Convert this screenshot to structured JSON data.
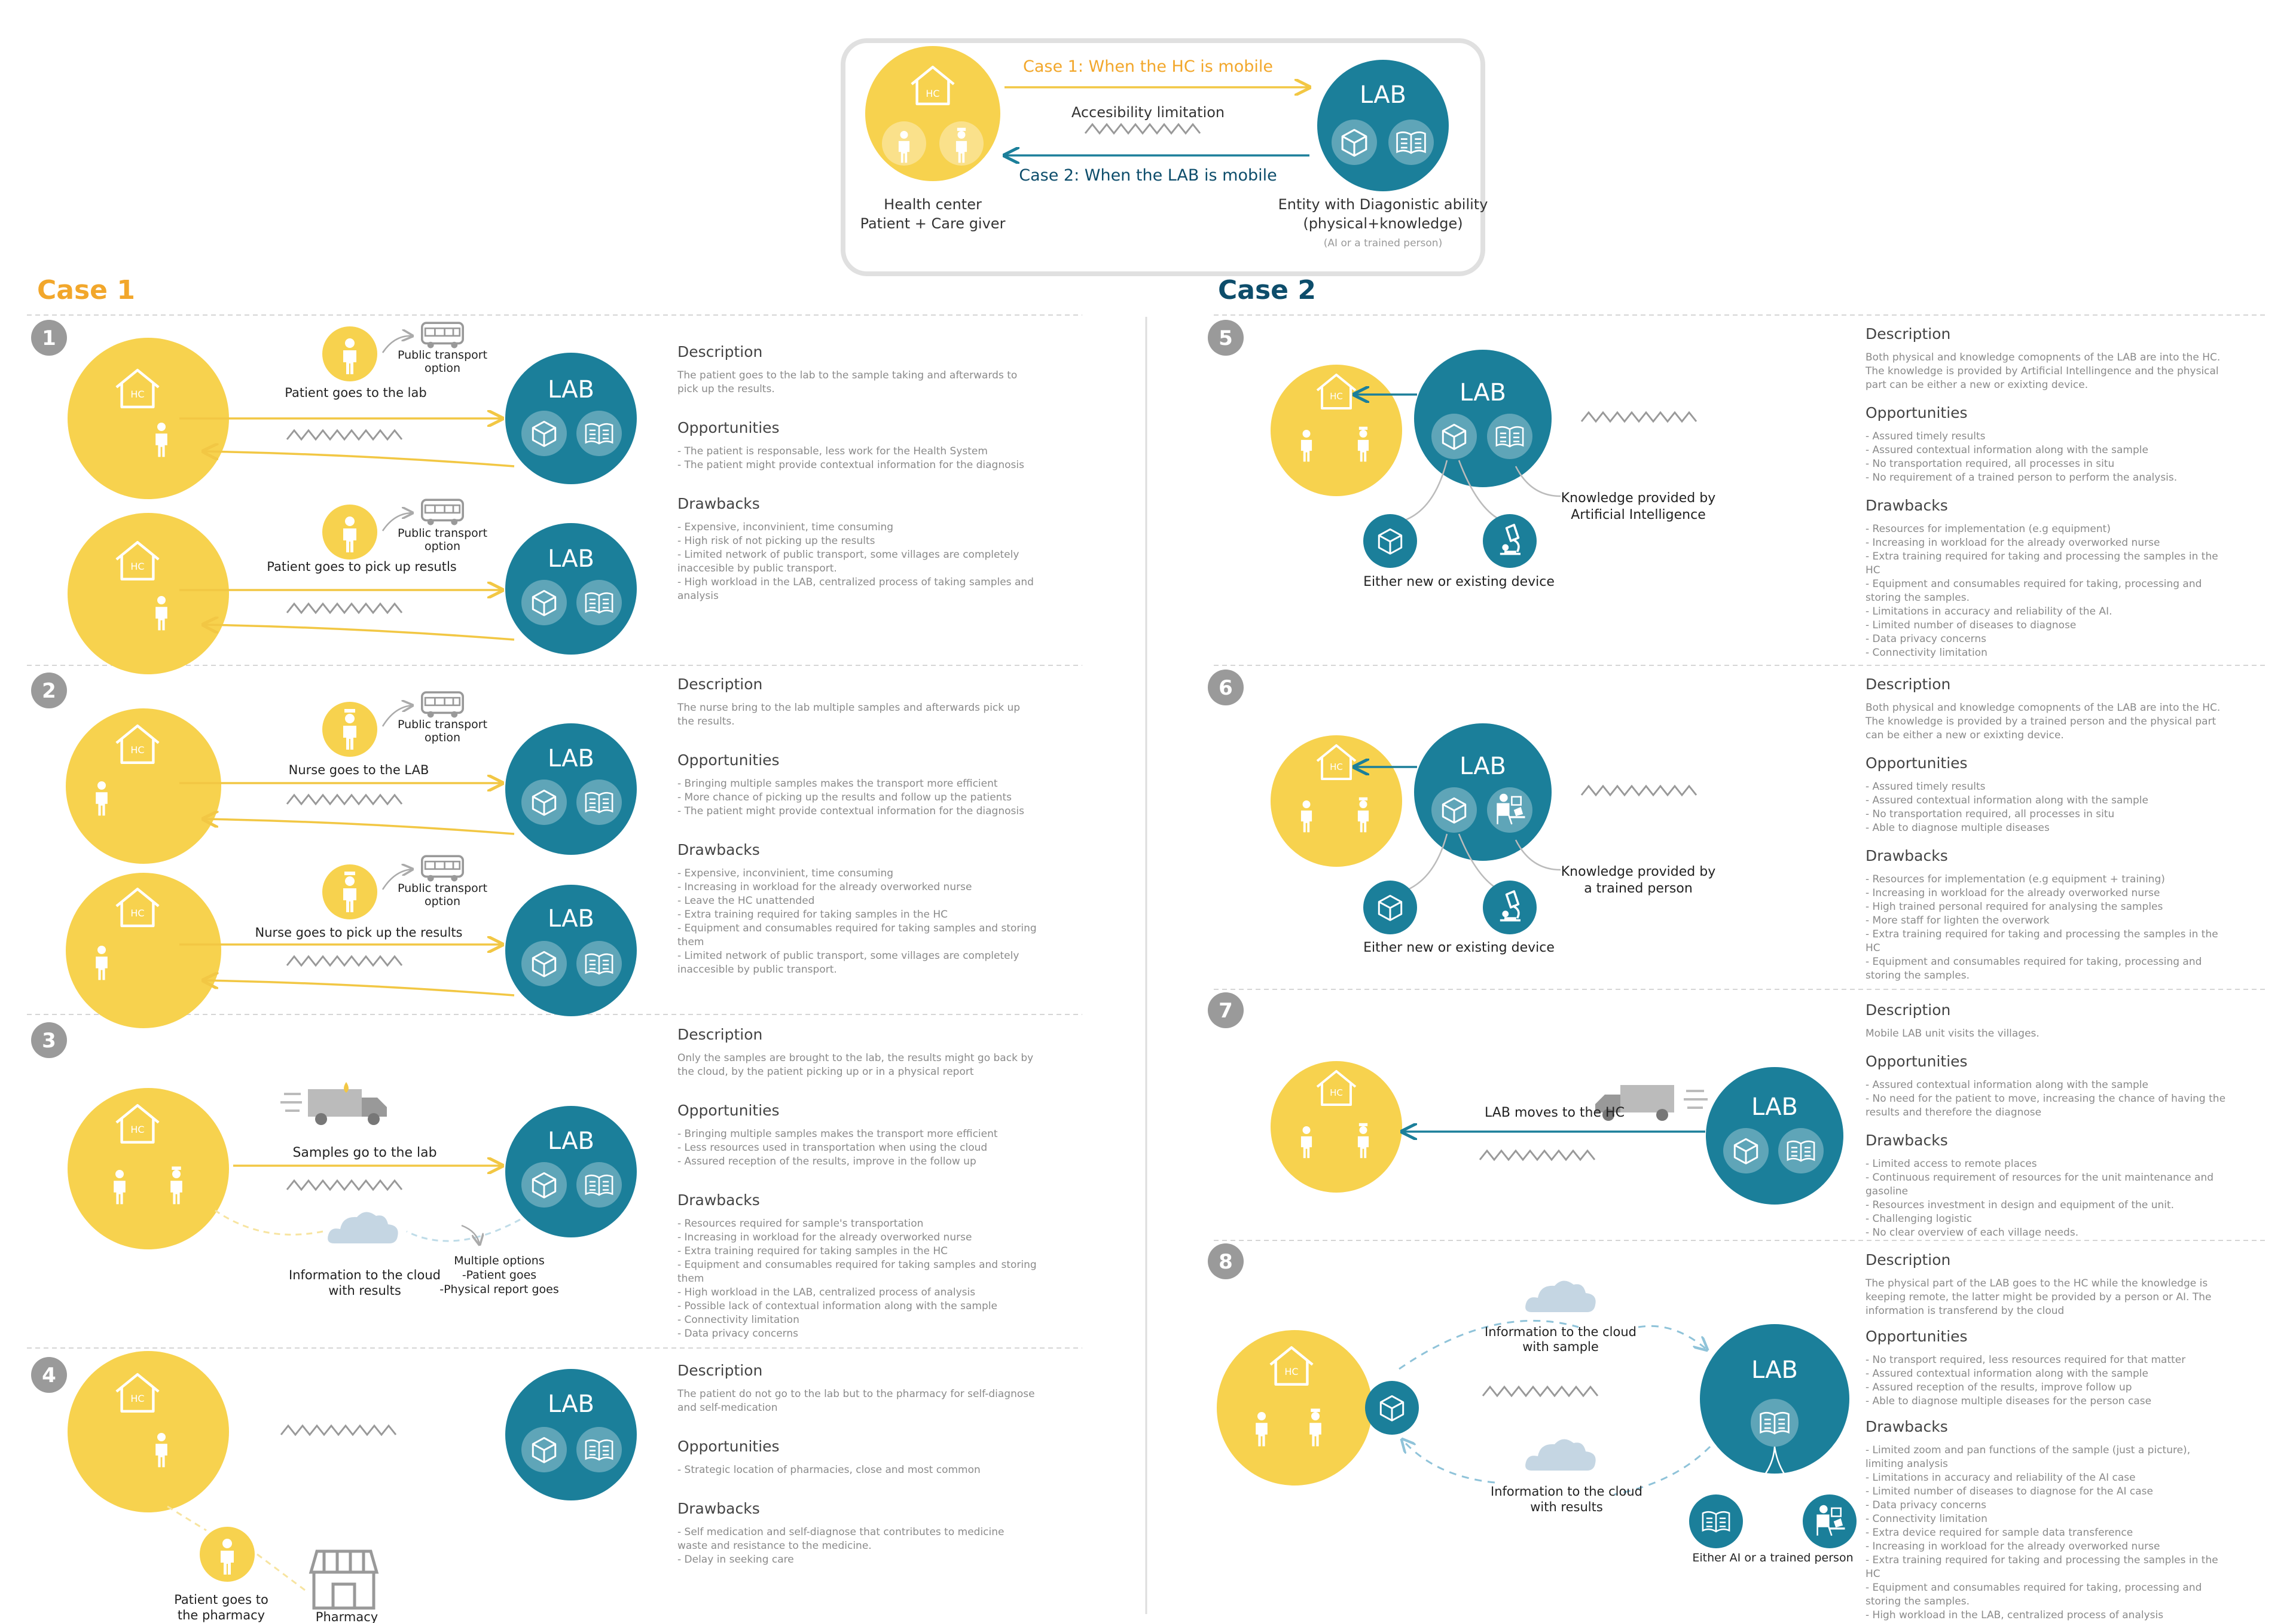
{
  "colors": {
    "yellow": "#F7D24E",
    "teal": "#1B7F9A",
    "case1": "#F2A72B",
    "case2": "#0D4D6B",
    "grey": "#9a9a9a",
    "cloud": "#C5D6E3",
    "dashed": "#BFDCE8"
  },
  "legend": {
    "case1_arrow": "Case 1: When the HC is mobile",
    "access": "Accesibility limitation",
    "case2_arrow": "Case 2: When the LAB is mobile",
    "hc_label": "Health center",
    "hc_sub": "Patient + Care giver",
    "lab_label": "Entity with Diagonistic ability",
    "lab_sub": "(physical+knowledge)",
    "lab_note": "(AI or a trained person)",
    "hc_tag": "HC",
    "lab_tag": "LAB"
  },
  "cases": {
    "case1": "Case 1",
    "case2": "Case 2"
  },
  "tags": {
    "hc": "HC",
    "lab": "LAB"
  },
  "numbers": [
    "1",
    "2",
    "3",
    "4",
    "5",
    "6",
    "7",
    "8"
  ],
  "icons": [
    "house-icon",
    "person-icon",
    "nurse-icon",
    "box-icon",
    "book-icon",
    "bus-icon",
    "truck-icon",
    "cloud-icon",
    "microscope-icon",
    "pharmacy-icon",
    "trained-person-icon"
  ],
  "diagram_labels": {
    "s1a_caption": "Patient goes to the lab",
    "s1b_caption": "Patient goes to pick up resutls",
    "public_transport_1": "Public transport",
    "public_transport_2": "option",
    "s2a_caption": "Nurse goes to the LAB",
    "s2b_caption": "Nurse goes to pick up the results",
    "s3_caption": "Samples go to the lab",
    "s3_cloud_1": "Information to the cloud",
    "s3_cloud_2": "with results",
    "s3_multi_1": "Multiple options",
    "s3_multi_2": "-Patient goes",
    "s3_multi_3": "-Physical report goes",
    "s4_patient_1": "Patient goes to",
    "s4_patient_2": "the pharmacy",
    "s4_pharmacy": "Pharmacy",
    "s5_device": "Either new or existing device",
    "s5_knowledge_1": "Knowledge provided by",
    "s5_knowledge_2": "Artificial Intelligence",
    "s6_device": "Either new or existing device",
    "s6_knowledge_1": "Knowledge provided by",
    "s6_knowledge_2": "a trained person",
    "s7_caption": "LAB moves to the HC",
    "s8_cloud_top_1": "Information to the cloud",
    "s8_cloud_top_2": "with sample",
    "s8_cloud_bot_1": "Information to the cloud",
    "s8_cloud_bot_2": "with results",
    "s8_either": "Either AI or a trained person"
  },
  "headings": {
    "description": "Description",
    "opportunities": "Opportunities",
    "drawbacks": "Drawbacks"
  },
  "scenarios": {
    "s1": {
      "description": "The patient goes to the lab to the sample taking and afterwards to\npick up the results.",
      "opportunities": "- The patient is responsable, less work for the Health System\n- The patient might provide contextual information for the diagnosis",
      "drawbacks": "- Expensive, inconvinient, time consuming\n- High risk of not picking up the results\n- Limited network of public transport, some villages are completely\ninaccesible by public transport.\n- High workload in the LAB, centralized process of taking samples and\nanalysis"
    },
    "s2": {
      "description": "The nurse bring to the lab multiple samples and afterwards pick up\nthe results.",
      "opportunities": "- Bringing multiple samples makes the transport more efficient\n- More chance of picking up the results and follow up the patients\n- The patient might provide contextual information for the diagnosis",
      "drawbacks": "- Expensive, inconvinient, time consuming\n- Increasing in workload for the already overworked nurse\n- Leave the HC unattended\n- Extra training required for taking samples in the HC\n- Equipment and consumables required for taking samples and storing\nthem\n- Limited network of public transport, some villages are completely\ninaccesible by public transport."
    },
    "s3": {
      "description": "Only the samples are brought to the lab, the results might go back by\nthe cloud, by the patient picking up or in a physical report",
      "opportunities": "- Bringing multiple samples makes the transport more efficient\n- Less resources used in transportation when using the cloud\n- Assured reception of the results, improve in the follow up",
      "drawbacks": "- Resources required for sample's transportation\n- Increasing in workload for the already overworked nurse\n- Extra training required for taking samples in the HC\n- Equipment and consumables required for taking samples and storing\nthem\n- High workload in the LAB, centralized process of analysis\n- Possible lack of contextual information along with the sample\n- Connectivity limitation\n- Data privacy concerns"
    },
    "s4": {
      "description": "The patient do not go to the lab but to the pharmacy for self-diagnose\nand self-medication",
      "opportunities": "- Strategic location of pharmacies, close and most common",
      "drawbacks": "- Self medication and self-diagnose that contributes to medicine\nwaste and resistance to the medicine.\n- Delay in seeking care"
    },
    "s5": {
      "description": "Both physical and knowledge comopnents of the LAB are into the HC.\nThe knowledge is provided by Artificial Intellingence and the physical\npart can be either a new or exixting device.",
      "opportunities": "- Assured  timely results\n- Assured contextual information along with the sample\n- No transportation required, all processes in situ\n- No requirement of a trained person to perform the analysis.",
      "drawbacks": "- Resources for implementation (e.g equipment)\n- Increasing in workload for the already overworked nurse\n- Extra training required for taking and processing the samples in the\nHC\n- Equipment and consumables required for taking, processing  and\nstoring  the samples.\n- Limitations in accuracy and reliability of the AI.\n- Limited number of diseases to diagnose\n- Data privacy concerns\n- Connectivity limitation"
    },
    "s6": {
      "description": "Both physical and knowledge comopnents of the LAB are into the HC.\nThe knowledge is provided by a trained person and the physical part\ncan be either a new or exixting device.",
      "opportunities": "- Assured  timely results\n- Assured contextual information along with the sample\n- No transportation required, all processes in situ\n- Able to diagnose multiple diseases",
      "drawbacks": "- Resources for implementation (e.g equipment + training)\n- Increasing in workload for the already overworked nurse\n- High trained personal required for analysing the samples\n- More staff for lighten the overwork\n- Extra training required for taking and processing the samples in the\nHC\n- Equipment and consumables required for taking, processing  and\nstoring the samples."
    },
    "s7": {
      "description": "Mobile LAB unit visits the villages.",
      "opportunities": "- Assured contextual information along with the sample\n- No need for the patient to move, increasing the chance of having the\nresults and therefore the diagnose",
      "drawbacks": "- Limited access to remote places\n- Continuous requirement of resources for the unit maintenance and\ngasoline\n- Resources investment in design and equipment of the unit.\n- Challenging logistic\n- No clear overview of each village needs."
    },
    "s8": {
      "description": "The physical part of the LAB goes to the HC while the knowledge is\nkeeping remote, the latter might be provided by a person or AI. The\ninformation is transferend by the cloud",
      "opportunities": "- No transport required, less resources required for that matter\n- Assured contextual information along with the sample\n- Assured reception of the results, improve follow up\n- Able to diagnose multiple diseases for the person case",
      "drawbacks": "- Limited zoom and pan functions of the sample (just a picture),\nlimiting analysis\n- Limitations in accuracy and reliability of the AI case\n- Limited number of diseases to diagnose for the AI case\n- Data privacy concerns\n- Connectivity limitation\n- Extra device required for sample data transference\n- Increasing in workload for the already overworked nurse\n- Extra training required for taking and processing the samples in the\nHC\n- Equipment and consumables required for taking, processing  and\nstoring  the samples.\n- High workload in the LAB, centralized process of analysis"
    }
  }
}
